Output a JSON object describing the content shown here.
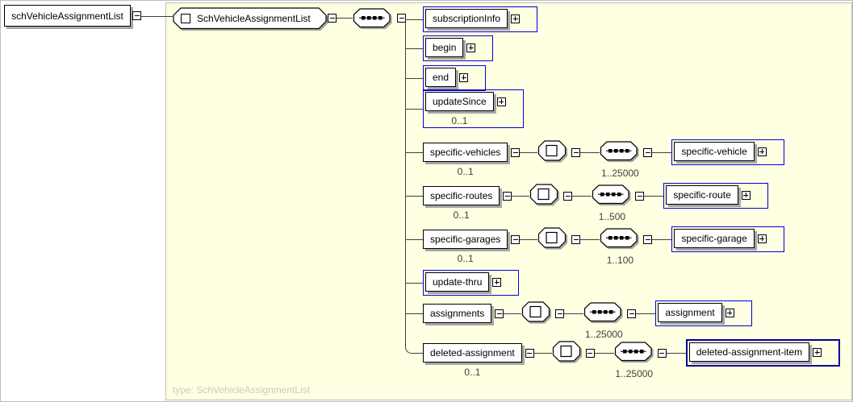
{
  "diagram": {
    "root": {
      "label": "schVehicleAssignmentList",
      "toggle": "expanded"
    },
    "main_element": {
      "label": "SchVehicleAssignmentList",
      "compositor": "sequence",
      "toggle": "expanded"
    },
    "footer_type_label": "type: SchVehicleAssignmentList",
    "children": [
      {
        "label": "subscriptionInfo",
        "toggle": "collapsed"
      },
      {
        "label": "begin",
        "toggle": "collapsed"
      },
      {
        "label": "end",
        "toggle": "collapsed"
      },
      {
        "label": "updateSince",
        "occurrence": "0..1",
        "toggle": "collapsed"
      },
      {
        "label": "specific-vehicles",
        "occurrence": "0..1",
        "toggle": "expanded",
        "chain": {
          "compositor": "sequence",
          "occurrence": "1..25000",
          "leaf": {
            "label": "specific-vehicle",
            "toggle": "collapsed"
          }
        }
      },
      {
        "label": "specific-routes",
        "occurrence": "0..1",
        "toggle": "expanded",
        "chain": {
          "compositor": "sequence",
          "occurrence": "1..500",
          "leaf": {
            "label": "specific-route",
            "toggle": "collapsed"
          }
        }
      },
      {
        "label": "specific-garages",
        "occurrence": "0..1",
        "toggle": "expanded",
        "chain": {
          "compositor": "sequence",
          "occurrence": "1..100",
          "leaf": {
            "label": "specific-garage",
            "toggle": "collapsed"
          }
        }
      },
      {
        "label": "update-thru",
        "toggle": "collapsed"
      },
      {
        "label": "assignments",
        "toggle": "expanded",
        "chain": {
          "compositor": "sequence",
          "occurrence": "1..25000",
          "leaf": {
            "label": "assignment",
            "toggle": "collapsed"
          }
        }
      },
      {
        "label": "deleted-assignment",
        "occurrence": "0..1",
        "toggle": "expanded",
        "chain": {
          "compositor": "sequence",
          "occurrence": "1..25000",
          "leaf": {
            "label": "deleted-assignment-item",
            "toggle": "collapsed",
            "highlighted": true
          }
        }
      }
    ],
    "colors": {
      "panel_background": "#FFFFE1",
      "wrapper_border_blue": "#0000E0",
      "highlight_border_navy": "#000099",
      "box_shadow_gray": "#A6A6A6",
      "connector_line": "#404040",
      "footer_text_gray": "#C9C9C9",
      "occurrence_text": "#3F3F3F"
    }
  }
}
